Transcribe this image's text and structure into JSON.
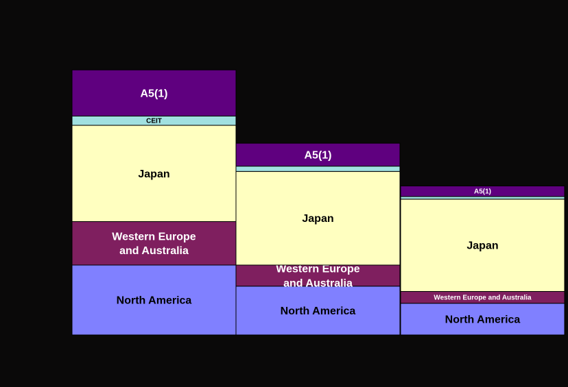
{
  "chart_data": {
    "type": "bar",
    "stacked": true,
    "title": "",
    "xlabel": "",
    "ylabel": "",
    "categories": [
      "",
      "",
      ""
    ],
    "ylim": [
      0,
      100
    ],
    "series": [
      {
        "name": "North America",
        "color": "#8080ff",
        "values": [
          26.5,
          18.5,
          12.0
        ],
        "labels": [
          "North America",
          "North America",
          "North America"
        ]
      },
      {
        "name": "Western Europe and Australia",
        "color": "#7f1f5f",
        "values": [
          16.5,
          8.0,
          4.5
        ],
        "labels": [
          "Western Europe\nand Australia",
          "Western Europe\nand Australia",
          "Western Europe and Australia"
        ]
      },
      {
        "name": "Japan",
        "color": "#ffffc0",
        "values": [
          36.5,
          35.5,
          35.0
        ],
        "labels": [
          "Japan",
          "Japan",
          "Japan"
        ]
      },
      {
        "name": "CEIT",
        "color": "#a0e0e0",
        "values": [
          3.5,
          2.0,
          1.0
        ],
        "labels": [
          "CEIT",
          "",
          ""
        ]
      },
      {
        "name": "A5(1)",
        "color": "#5f007f",
        "values": [
          17.5,
          8.7,
          4.0
        ],
        "labels": [
          "A5(1)",
          "A5(1)",
          "A5(1)"
        ]
      }
    ]
  }
}
